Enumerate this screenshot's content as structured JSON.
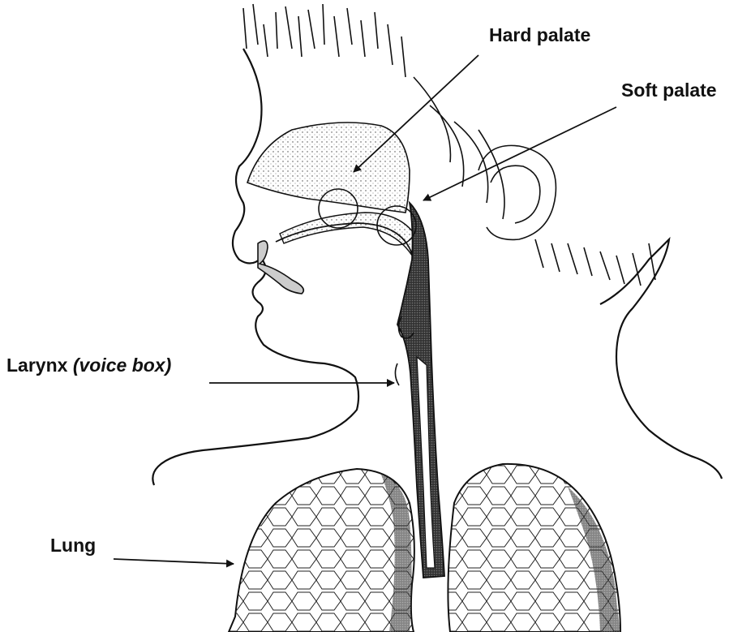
{
  "labels": {
    "hard_palate": "Hard palate",
    "soft_palate": "Soft palate",
    "larynx": "Larynx",
    "larynx_note": "(voice box)",
    "lung": "Lung"
  },
  "colors": {
    "ink": "#111111",
    "background": "#ffffff"
  }
}
